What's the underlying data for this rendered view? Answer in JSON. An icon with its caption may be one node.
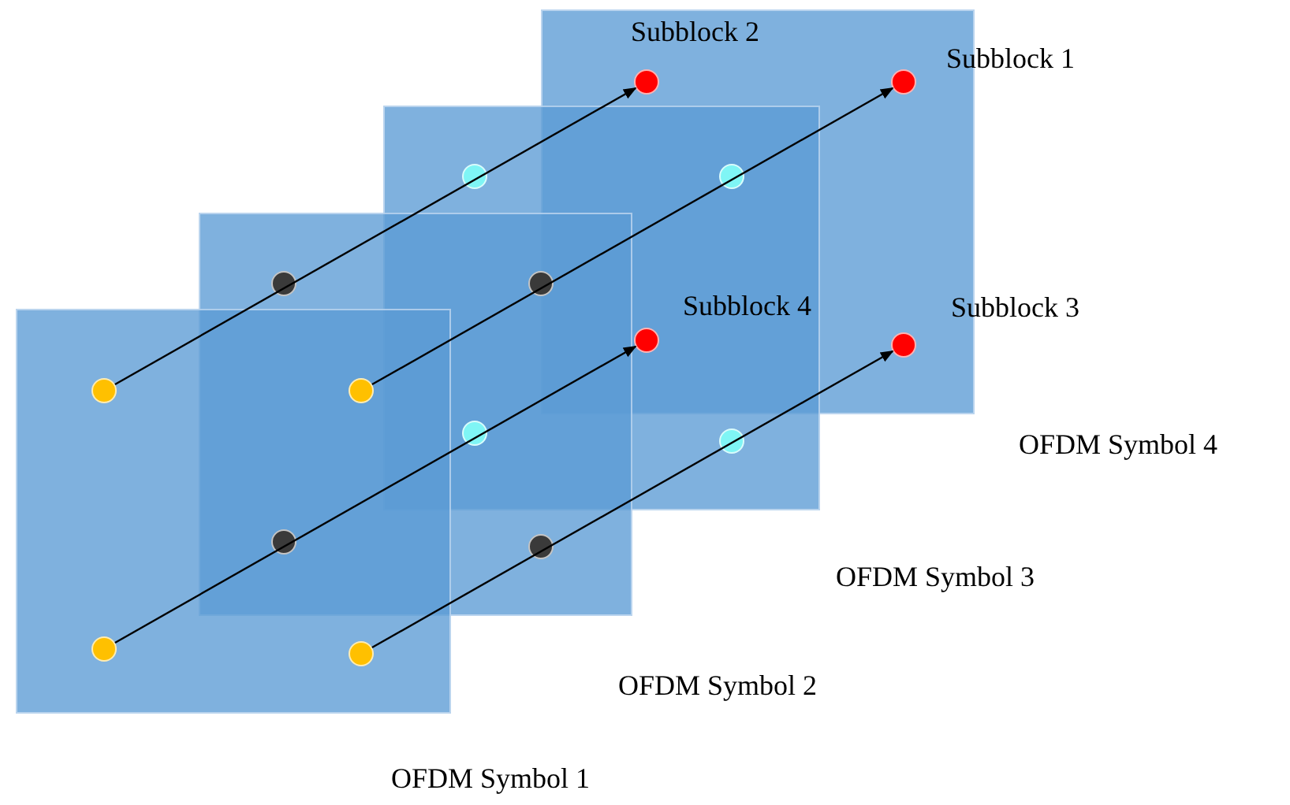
{
  "diagram": {
    "nodes": [
      {
        "text": [],
        "shape": "circle"
      },
      {
        "text": [],
        "shape": "circle"
      },
      {
        "text": [],
        "shape": "circle"
      },
      {
        "text": [],
        "shape": "circle"
      },
      {
        "text": [],
        "shape": "circle"
      },
      {
        "text": [],
        "shape": "circle"
      },
      {
        "text": [],
        "shape": "circle"
      },
      {
        "text": [],
        "shape": "circle"
      }
    ],
    "edges": [
      {
        "from": 0,
        "to": 4,
        "arrow": "to"
      },
      {
        "from": 1,
        "to": 5,
        "arrow": "to"
      },
      {
        "from": 2,
        "to": 6,
        "arrow": "to"
      },
      {
        "from": 3,
        "to": 7,
        "arrow": "to"
      }
    ],
    "labels": [
      "Subblock 2",
      "Subblock 1",
      "Subblock 4",
      "Subblock 3",
      "OFDM Symbol 4",
      "OFDM Symbol 3",
      "OFDM Symbol 2",
      "OFDM Symbol 1"
    ]
  }
}
